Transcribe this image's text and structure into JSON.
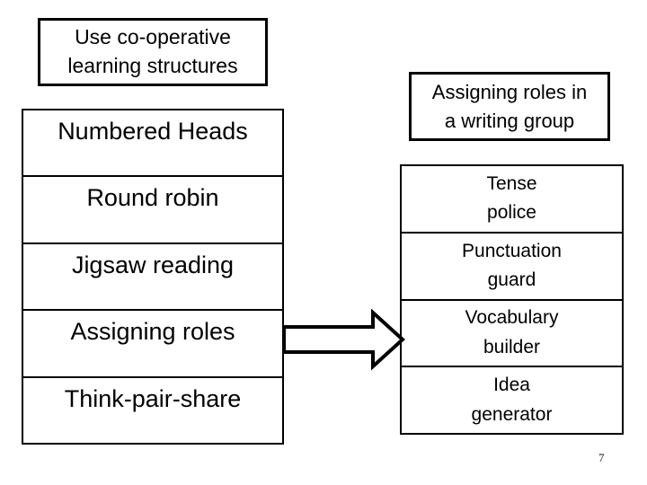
{
  "slide": {
    "page_number": "7"
  },
  "title_box": {
    "text": "Use co-operative\nlearning structures"
  },
  "left_list": {
    "items": [
      "Numbered Heads",
      "Round robin",
      "Jigsaw reading",
      "Assigning roles",
      "Think-pair-share"
    ]
  },
  "right_heading": {
    "text": "Assigning roles in\na writing group"
  },
  "right_list": {
    "items": [
      "Tense\npolice",
      "Punctuation\nguard",
      "Vocabulary\nbuilder",
      "Idea\ngenerator"
    ]
  },
  "arrow": {
    "name": "right-block-arrow"
  },
  "colors": {
    "background": "#ffffff",
    "border": "#000000",
    "text": "#000000"
  }
}
